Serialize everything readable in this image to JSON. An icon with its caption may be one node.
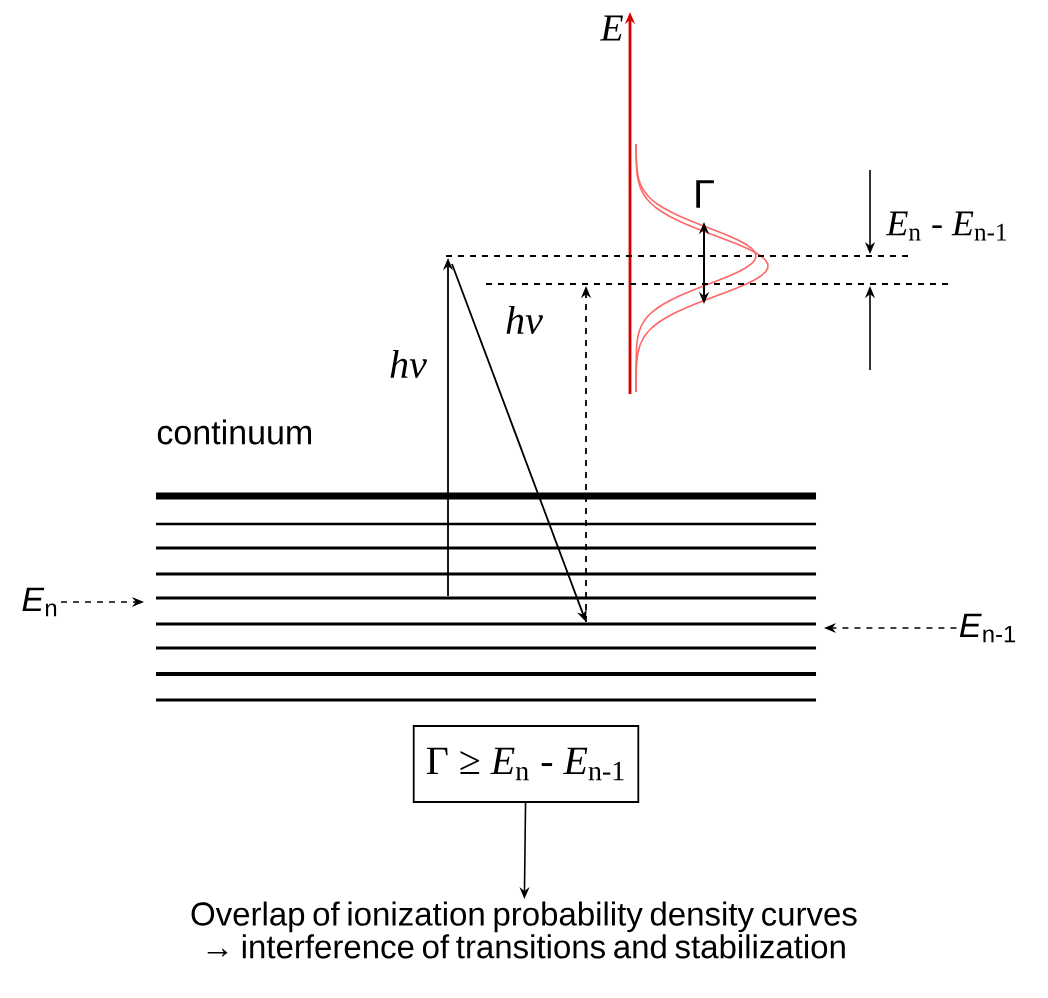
{
  "diagram": {
    "nodes": [
      {
        "text": [
          "*E*$_{n}$"
        ]
      },
      {
        "text": [
          "*E*$_{n-1}$"
        ]
      },
      {
        "text": [
          "Γ ≥ *E*$_{n}$ - *E*$_{n-1}$"
        ]
      },
      {
        "text": [
          "Overlap of ionization probability  density curves → interference of transitions and stabilization"
        ]
      }
    ],
    "edges": [
      {
        "from": 0,
        "to": null,
        "arrow": "to",
        "style": "dashed"
      },
      {
        "from": 1,
        "to": null,
        "arrow": "to",
        "style": "dashed"
      },
      {
        "from": 2,
        "to": 3,
        "arrow": "to"
      }
    ],
    "labels": [
      "*E*",
      "Γ",
      "*E*$_{n}$ - *E*$_{n-1}$",
      "hν",
      "hν",
      "continuum"
    ]
  }
}
